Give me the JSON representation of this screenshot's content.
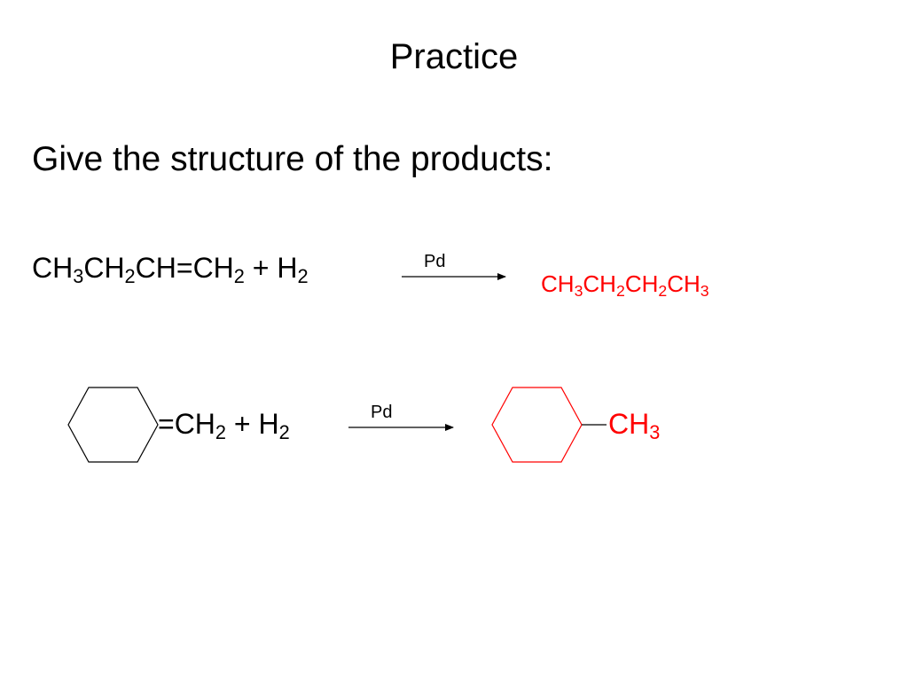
{
  "slide": {
    "title": "Practice",
    "instruction": "Give the structure of the products:"
  },
  "reaction1": {
    "reactant": [
      "CH",
      "3",
      "CH",
      "2",
      "CH=CH",
      "2",
      " + H",
      "2"
    ],
    "catalyst": "Pd",
    "product": [
      "CH",
      "3",
      "CH",
      "2",
      "CH",
      "2",
      "CH",
      "3"
    ]
  },
  "reaction2": {
    "reactant": [
      "=CH",
      "2",
      " + H",
      "2"
    ],
    "catalyst": "Pd",
    "product": [
      "CH",
      "3"
    ]
  },
  "colors": {
    "text": "#000000",
    "answer": "#ff0000",
    "background": "#ffffff"
  }
}
